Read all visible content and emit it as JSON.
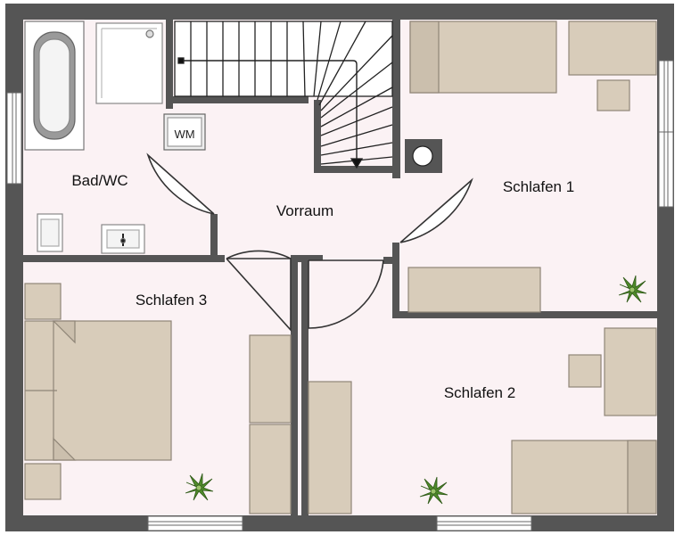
{
  "rooms": {
    "bathroom": "Bad/WC",
    "hallway": "Vorraum",
    "bedroom1": "Schlafen 1",
    "bedroom2": "Schlafen 2",
    "bedroom3": "Schlafen 3"
  },
  "fixtures": {
    "washing_machine": "WM"
  },
  "colors": {
    "wall": "#555555",
    "floor": "#fbf2f4",
    "furniture": "#d8ccba",
    "furniture_edge": "#8f8577",
    "window": "#ffffff",
    "plant": "#4f8a2a"
  }
}
